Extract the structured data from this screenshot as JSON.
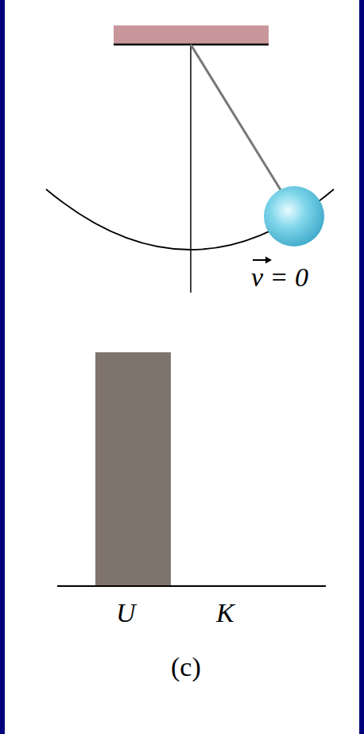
{
  "diagram": {
    "labels": [
      "v = 0",
      "U",
      "K",
      "(c)"
    ]
  }
}
